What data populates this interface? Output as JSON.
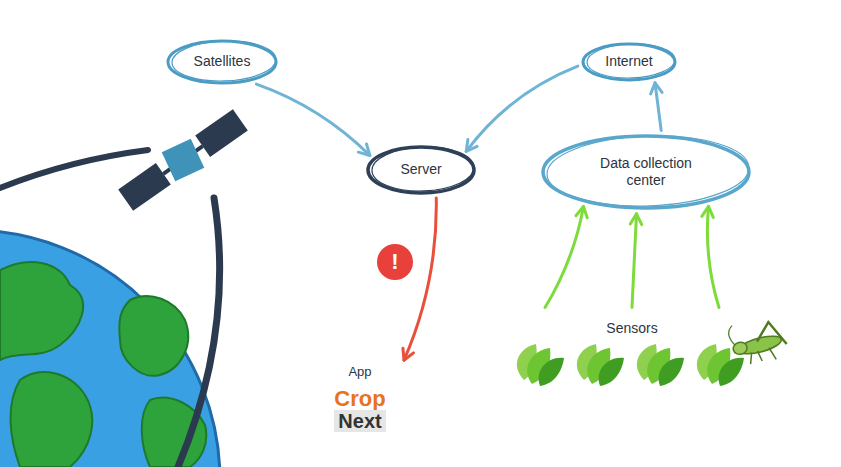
{
  "diagram": {
    "nodes": [
      {
        "text": [
          "Satellites"
        ]
      },
      {
        "text": [
          "Internet"
        ]
      },
      {
        "text": [
          "Server"
        ]
      },
      {
        "text": [
          "Data collection center"
        ]
      },
      {
        "text": [
          "Sensors"
        ]
      },
      {
        "text": [
          "App",
          "Crop",
          "Next"
        ]
      }
    ],
    "edges": [
      {
        "from": 0,
        "to": 2,
        "arrow": "to"
      },
      {
        "from": 1,
        "to": 2,
        "arrow": "to"
      },
      {
        "from": 3,
        "to": 1,
        "arrow": "to"
      },
      {
        "from": 4,
        "to": 3,
        "arrow": "to"
      },
      {
        "from": 4,
        "to": 3,
        "arrow": "to"
      },
      {
        "from": 4,
        "to": 3,
        "arrow": "to"
      },
      {
        "from": 2,
        "to": 5,
        "arrow": "to"
      }
    ],
    "labels": [
      "!"
    ]
  }
}
